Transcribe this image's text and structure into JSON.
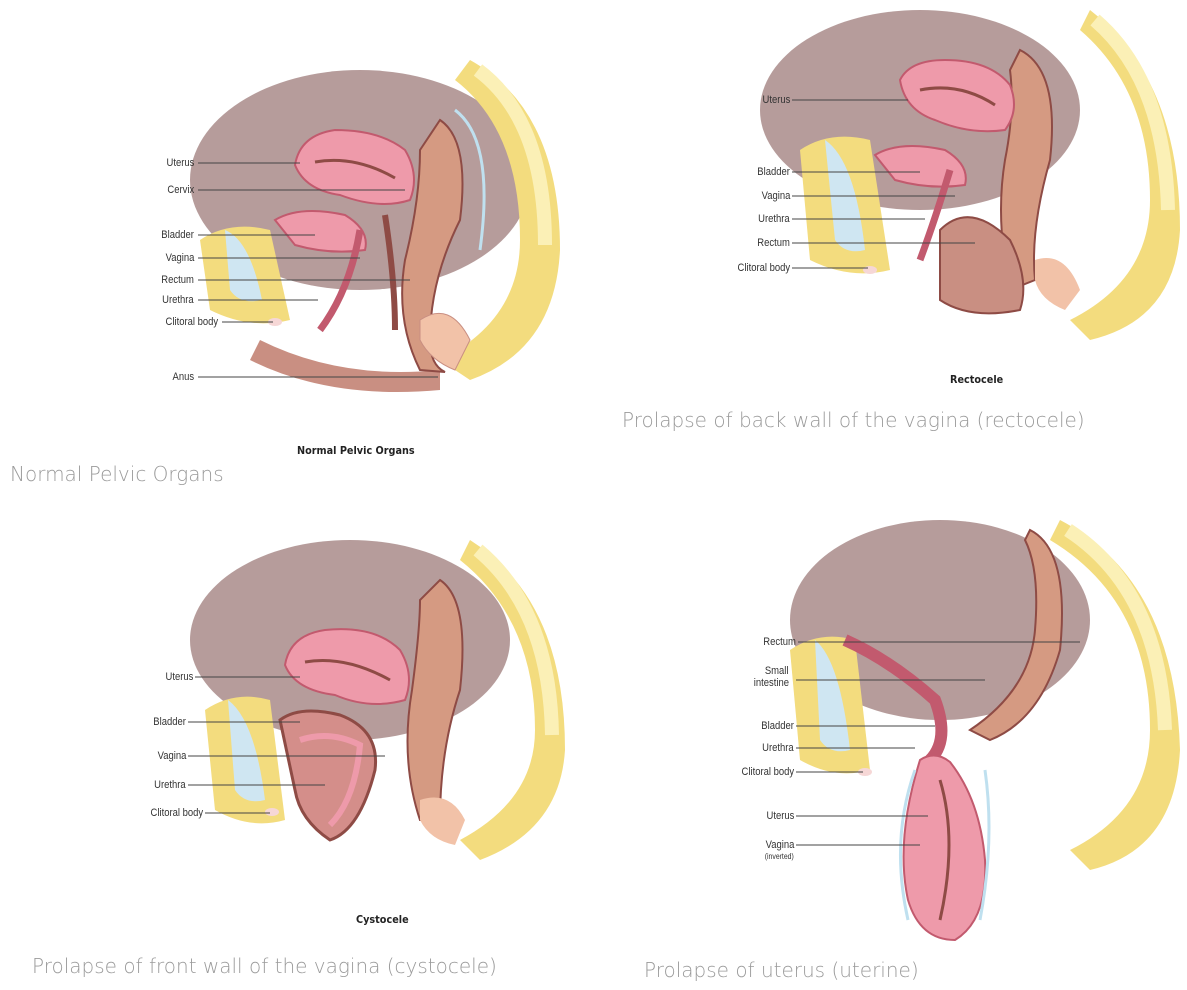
{
  "colors": {
    "muscle": "#c98f82",
    "muscle_dark": "#8e4b45",
    "rectum": "#d59a82",
    "uterus_pink": "#ee9aaa",
    "uterus_edge": "#c25a6e",
    "bone_yellow": "#f3dc7e",
    "bone_light": "#fbf0b6",
    "sheath_blue": "#bfe0ef",
    "peach": "#f2c2a8",
    "caption_gray": "#9a9a9a"
  },
  "panels": {
    "normal": {
      "labels": [
        "Uterus",
        "Cervix",
        "Bladder",
        "Vagina",
        "Rectum",
        "Urethra",
        "Clitoral body",
        "Anus"
      ],
      "caption_small": "Normal Pelvic Organs",
      "caption_large": "Normal Pelvic Organs"
    },
    "rectocele": {
      "labels": [
        "Uterus",
        "Bladder",
        "Vagina",
        "Urethra",
        "Rectum",
        "Clitoral body"
      ],
      "caption_small": "Rectocele",
      "caption_large": "Prolapse of back wall of the vagina (rectocele)"
    },
    "cystocele": {
      "labels": [
        "Uterus",
        "Bladder",
        "Vagina",
        "Urethra",
        "Clitoral body"
      ],
      "caption_small": "Cystocele",
      "caption_large": "Prolapse of front wall of the vagina (cystocele)"
    },
    "uterine": {
      "labels": [
        "Rectum",
        "Small",
        "intestine",
        "Bladder",
        "Urethra",
        "Clitoral body",
        "Uterus",
        "Vagina",
        "(inverted)"
      ],
      "caption_large": "Prolapse of uterus (uterine)"
    }
  }
}
